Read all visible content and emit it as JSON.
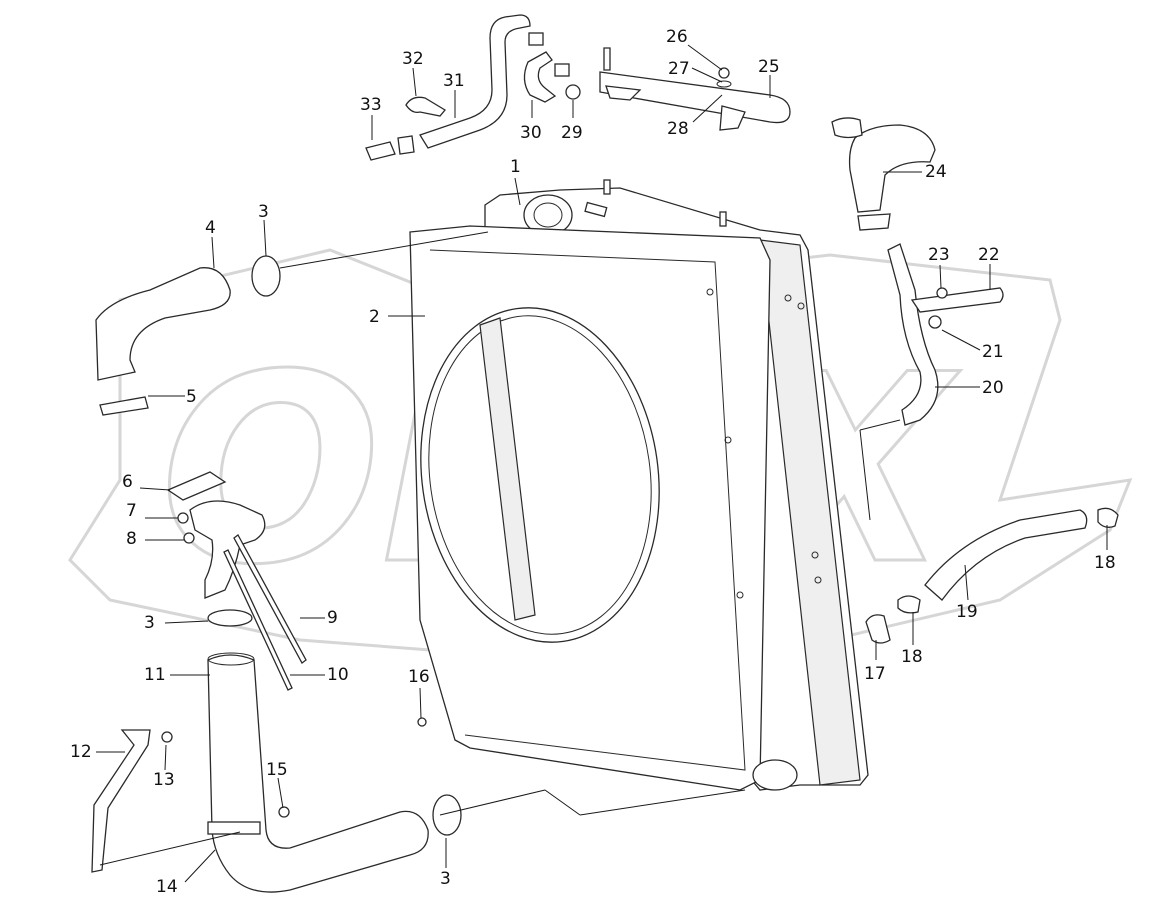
{
  "watermark": {
    "text": "OPEX"
  },
  "callouts": [
    {
      "id": "c1",
      "label": "1"
    },
    {
      "id": "c2",
      "label": "2"
    },
    {
      "id": "c3a",
      "label": "3"
    },
    {
      "id": "c3b",
      "label": "3"
    },
    {
      "id": "c3c",
      "label": "3"
    },
    {
      "id": "c4",
      "label": "4"
    },
    {
      "id": "c5",
      "label": "5"
    },
    {
      "id": "c6",
      "label": "6"
    },
    {
      "id": "c7",
      "label": "7"
    },
    {
      "id": "c8",
      "label": "8"
    },
    {
      "id": "c9",
      "label": "9"
    },
    {
      "id": "c10",
      "label": "10"
    },
    {
      "id": "c11",
      "label": "11"
    },
    {
      "id": "c12",
      "label": "12"
    },
    {
      "id": "c13",
      "label": "13"
    },
    {
      "id": "c14",
      "label": "14"
    },
    {
      "id": "c15",
      "label": "15"
    },
    {
      "id": "c16",
      "label": "16"
    },
    {
      "id": "c17",
      "label": "17"
    },
    {
      "id": "c18a",
      "label": "18"
    },
    {
      "id": "c18b",
      "label": "18"
    },
    {
      "id": "c19",
      "label": "19"
    },
    {
      "id": "c20",
      "label": "20"
    },
    {
      "id": "c21",
      "label": "21"
    },
    {
      "id": "c22",
      "label": "22"
    },
    {
      "id": "c23",
      "label": "23"
    },
    {
      "id": "c24",
      "label": "24"
    },
    {
      "id": "c25",
      "label": "25"
    },
    {
      "id": "c26",
      "label": "26"
    },
    {
      "id": "c27",
      "label": "27"
    },
    {
      "id": "c28",
      "label": "28"
    },
    {
      "id": "c29",
      "label": "29"
    },
    {
      "id": "c30",
      "label": "30"
    },
    {
      "id": "c31",
      "label": "31"
    },
    {
      "id": "c32",
      "label": "32"
    },
    {
      "id": "c33",
      "label": "33"
    }
  ]
}
